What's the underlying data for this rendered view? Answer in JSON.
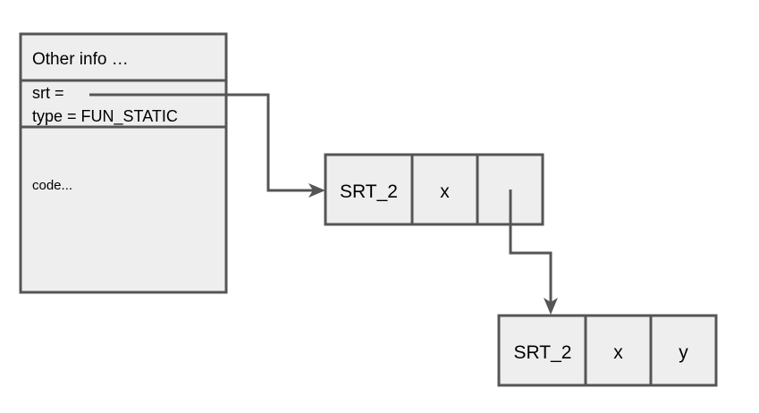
{
  "info_table": {
    "header": "Other info …",
    "srt_label": "srt =",
    "type_label": "type = FUN_STATIC",
    "code_label": "code..."
  },
  "srt_table_1": {
    "cells": [
      "SRT_2",
      "x",
      ""
    ]
  },
  "srt_table_2": {
    "cells": [
      "SRT_2",
      "x",
      "y"
    ]
  },
  "colors": {
    "box_fill": "#eeeeee",
    "stroke": "#555555",
    "text": "#000000"
  }
}
